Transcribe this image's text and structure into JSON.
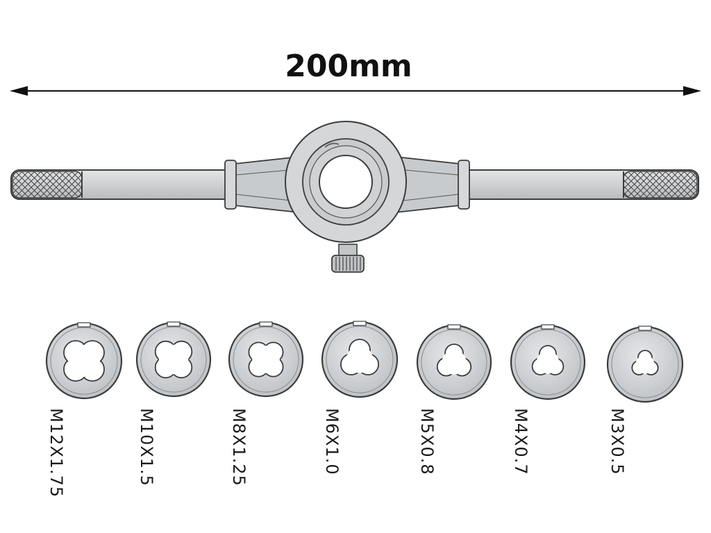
{
  "dimension": {
    "label": "200mm"
  },
  "dies": [
    {
      "size": "M12X1.75",
      "lobes": 4
    },
    {
      "size": "M10X1.5",
      "lobes": 4
    },
    {
      "size": "M8X1.25",
      "lobes": 4
    },
    {
      "size": "M6X1.0",
      "lobes": 3
    },
    {
      "size": "M5X0.8",
      "lobes": 3
    },
    {
      "size": "M4X0.7",
      "lobes": 3
    },
    {
      "size": "M3X0.5",
      "lobes": 3
    }
  ],
  "colors": {
    "metal": "#d2d4d6",
    "metal_dark": "#b9bcbf",
    "outline": "#3c3c3c",
    "line": "#111111"
  }
}
